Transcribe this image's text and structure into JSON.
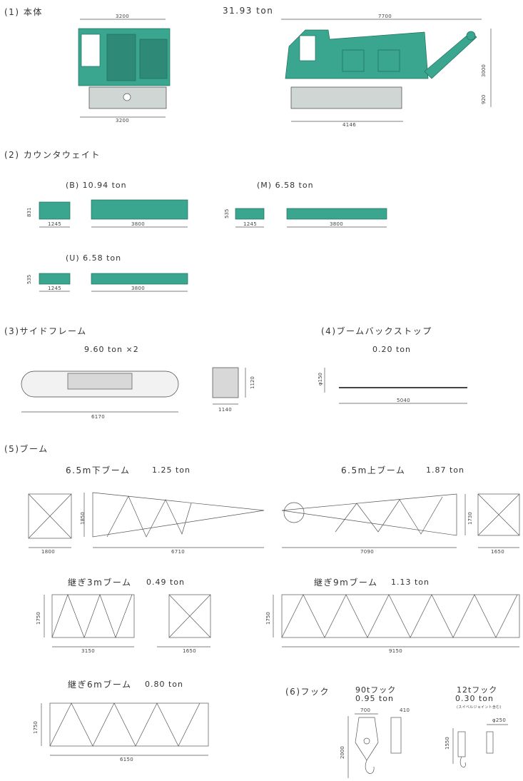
{
  "sections": {
    "s1": {
      "title": "(1) 本体",
      "weight": "31.93 ton",
      "dims": {
        "front_top": "3200",
        "front_bottom": "3200",
        "side_top": "7700",
        "side_bottom": "4146",
        "side_height": "3000",
        "side_clearance": "920"
      }
    },
    "s2": {
      "title": "(2) カウンタウェイト",
      "b": {
        "label": "(B) 10.94 ton",
        "h": "831",
        "w1": "1245",
        "w2": "3800"
      },
      "m": {
        "label": "(M) 6.58 ton",
        "h": "535",
        "w1": "1245",
        "w2": "3800"
      },
      "u": {
        "label": "(U) 6.58 ton",
        "h": "535",
        "w1": "1245",
        "w2": "3800"
      }
    },
    "s3": {
      "title": "(3)サイドフレーム",
      "weight": "9.60 ton ×2",
      "dims": {
        "length": "6170",
        "width": "1140",
        "height": "1120"
      }
    },
    "s4": {
      "title": "(4)ブームバックストップ",
      "weight": "0.20 ton",
      "dims": {
        "dia": "φ150",
        "length": "5040"
      }
    },
    "s5": {
      "title": "(5)ブーム",
      "lower": {
        "label": "6.5m下ブーム",
        "weight": "1.25 ton",
        "w": "1800",
        "h": "1850",
        "len": "6710"
      },
      "upper": {
        "label": "6.5m上ブーム",
        "weight": "1.87 ton",
        "len": "7090",
        "h": "1730",
        "w": "1650"
      },
      "j3": {
        "label": "継ぎ3mブーム",
        "weight": "0.49 ton",
        "h": "1750",
        "len": "3150",
        "w": "1650"
      },
      "j9": {
        "label": "継ぎ9mブーム",
        "weight": "1.13 ton",
        "h": "1750",
        "len": "9150"
      },
      "j6": {
        "label": "継ぎ6mブーム",
        "weight": "0.80 ton",
        "h": "1750",
        "len": "6150"
      }
    },
    "s6": {
      "title": "(6)フック",
      "hook90": {
        "label": "90tフック",
        "weight": "0.95 ton",
        "w": "700",
        "t": "410",
        "h": "2000"
      },
      "hook12": {
        "label": "12tフック",
        "weight": "0.30 ton",
        "note": "(スイベルジョイント含む)",
        "dia": "φ250",
        "h": "1550"
      }
    }
  },
  "colors": {
    "machine": "#3aa68f",
    "machine_dark": "#1f6e5c",
    "line": "#555555"
  }
}
